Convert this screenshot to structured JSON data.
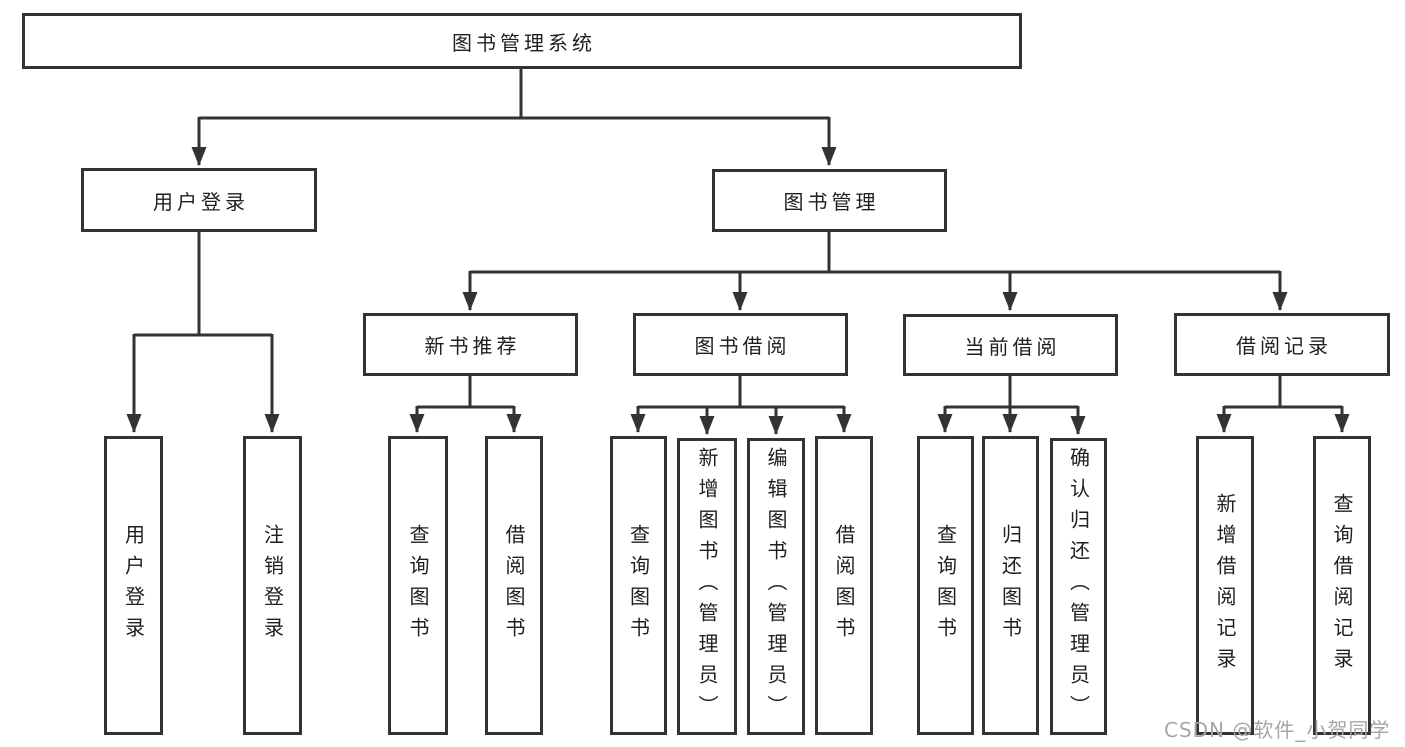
{
  "page": {
    "background": "#ffffff"
  },
  "colors": {
    "line": "#333333",
    "box_border": "#333333",
    "text": "#1f1f1f",
    "watermark": "#a6a6a6"
  },
  "watermark": {
    "text": "CSDN @软件_小贺同学"
  },
  "diagram": {
    "type": "tree",
    "root": {
      "label": "图书管理系统"
    },
    "branches": [
      {
        "label": "用户登录",
        "children": [
          {
            "label": "用户登录"
          },
          {
            "label": "注销登录"
          }
        ]
      },
      {
        "label": "图书管理",
        "children": [
          {
            "label": "新书推荐",
            "children": [
              {
                "label": "查询图书"
              },
              {
                "label": "借阅图书"
              }
            ]
          },
          {
            "label": "图书借阅",
            "children": [
              {
                "label": "查询图书"
              },
              {
                "label": "新增图书（管理员）"
              },
              {
                "label": "编辑图书（管理员）"
              },
              {
                "label": "借阅图书"
              }
            ]
          },
          {
            "label": "当前借阅",
            "children": [
              {
                "label": "查询图书"
              },
              {
                "label": "归还图书"
              },
              {
                "label": "确认归还（管理员）"
              }
            ]
          },
          {
            "label": "借阅记录",
            "children": [
              {
                "label": "新增借阅记录"
              },
              {
                "label": "查询借阅记录"
              }
            ]
          }
        ]
      }
    ]
  }
}
